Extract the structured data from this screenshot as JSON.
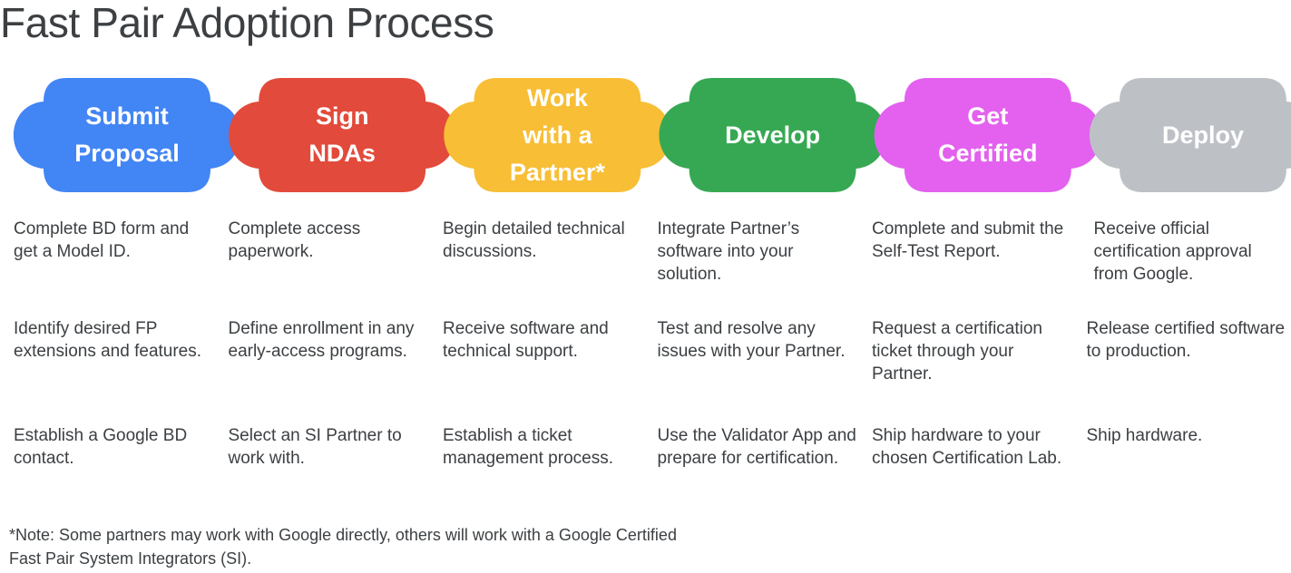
{
  "page": {
    "title": "Fast Pair Adoption Process",
    "background_color": "#ffffff",
    "text_color": "#3c4043"
  },
  "process": {
    "stages": [
      {
        "id": "submit-proposal",
        "label_lines": [
          "Submit",
          "Proposal"
        ],
        "label": "Submit Proposal",
        "color": "#4285F4",
        "text_color": "#ffffff"
      },
      {
        "id": "sign-ndas",
        "label_lines": [
          "Sign",
          "NDAs"
        ],
        "label": "Sign NDAs",
        "color": "#E24A3B",
        "text_color": "#ffffff"
      },
      {
        "id": "work-with-a-partner",
        "label_lines": [
          "Work",
          "with a",
          "Partner*"
        ],
        "label": "Work with a Partner*",
        "color": "#F8BE35",
        "text_color": "#ffffff"
      },
      {
        "id": "develop",
        "label_lines": [
          "Develop"
        ],
        "label": "Develop",
        "color": "#36A853",
        "text_color": "#ffffff"
      },
      {
        "id": "get-certified",
        "label_lines": [
          "Get",
          "Certified"
        ],
        "label": "Get Certified",
        "color": "#E361EE",
        "text_color": "#ffffff"
      },
      {
        "id": "deploy",
        "label_lines": [
          "Deploy"
        ],
        "label": "Deploy",
        "color": "#BDC1C6",
        "text_color": "#ffffff"
      }
    ],
    "columns": [
      {
        "stage": "Submit Proposal",
        "items": [
          "Complete BD form and get a Model ID.",
          "Identify desired FP extensions and features.",
          "Establish a Google BD contact."
        ]
      },
      {
        "stage": "Sign NDAs",
        "items": [
          "Complete access paperwork.",
          "Define enrollment in any early-access programs.",
          "Select an SI Partner to work with."
        ]
      },
      {
        "stage": "Work with a Partner*",
        "items": [
          "Begin detailed technical discussions.",
          "Receive software and technical support.",
          "Establish a ticket management process."
        ]
      },
      {
        "stage": "Develop",
        "items": [
          "Integrate Partner’s software into your solution.",
          "Test and resolve any issues with your Partner.",
          "Use the Validator App and prepare for certification."
        ]
      },
      {
        "stage": "Get Certified",
        "items": [
          "Complete and submit the Self-Test Report.",
          "Request a certification ticket through your Partner.",
          "Ship hardware to your chosen Certification Lab."
        ]
      },
      {
        "stage": "Deploy",
        "items": [
          "Receive official certification approval from Google.",
          "Release certified software to production.",
          "Ship hardware."
        ]
      }
    ]
  },
  "footnote": {
    "text": "*Note: Some partners may work with Google directly, others will work with a Google Certified Fast Pair System Integrators (SI)."
  }
}
